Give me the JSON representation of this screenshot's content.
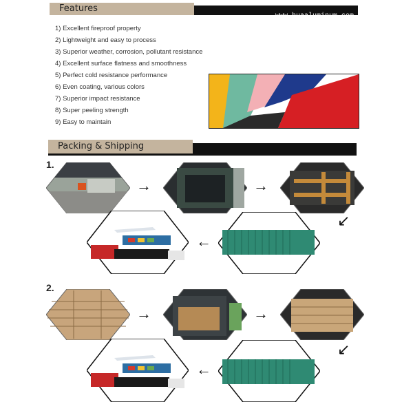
{
  "features": {
    "title": "Features",
    "url": "www.huaaluminum.com",
    "items": [
      "1) Excellent fireproof property",
      "2) Lightweight and easy to process",
      "3) Superior weather, corrosion, pollutant resistance",
      "4) Excellent surface flatness and smoothness",
      "5) Perfect cold resistance performance",
      "6) Even coating, various colors",
      "7) Superior impact resistance",
      "8) Super peeling strength",
      "9) Easy to maintain"
    ],
    "panel_colors": [
      "#f3b41a",
      "#6fb9a0",
      "#f3b0b5",
      "#1f3a8c",
      "#d61f24",
      "#2a2a2a"
    ]
  },
  "packing": {
    "title": "Packing & Shipping",
    "sequences": [
      {
        "number": "1.",
        "steps": [
          "warehouse-photo",
          "container-loading-photo",
          "packed-container-photo",
          "shipping-container-photo",
          "transport-collage-photo"
        ]
      },
      {
        "number": "2.",
        "steps": [
          "wooden-crates-photo",
          "container-loading-photo",
          "packed-container-photo",
          "shipping-container-photo",
          "transport-collage-photo"
        ]
      }
    ]
  },
  "arrow_glyphs": {
    "right": "→",
    "left": "←",
    "down_left": "↙"
  }
}
